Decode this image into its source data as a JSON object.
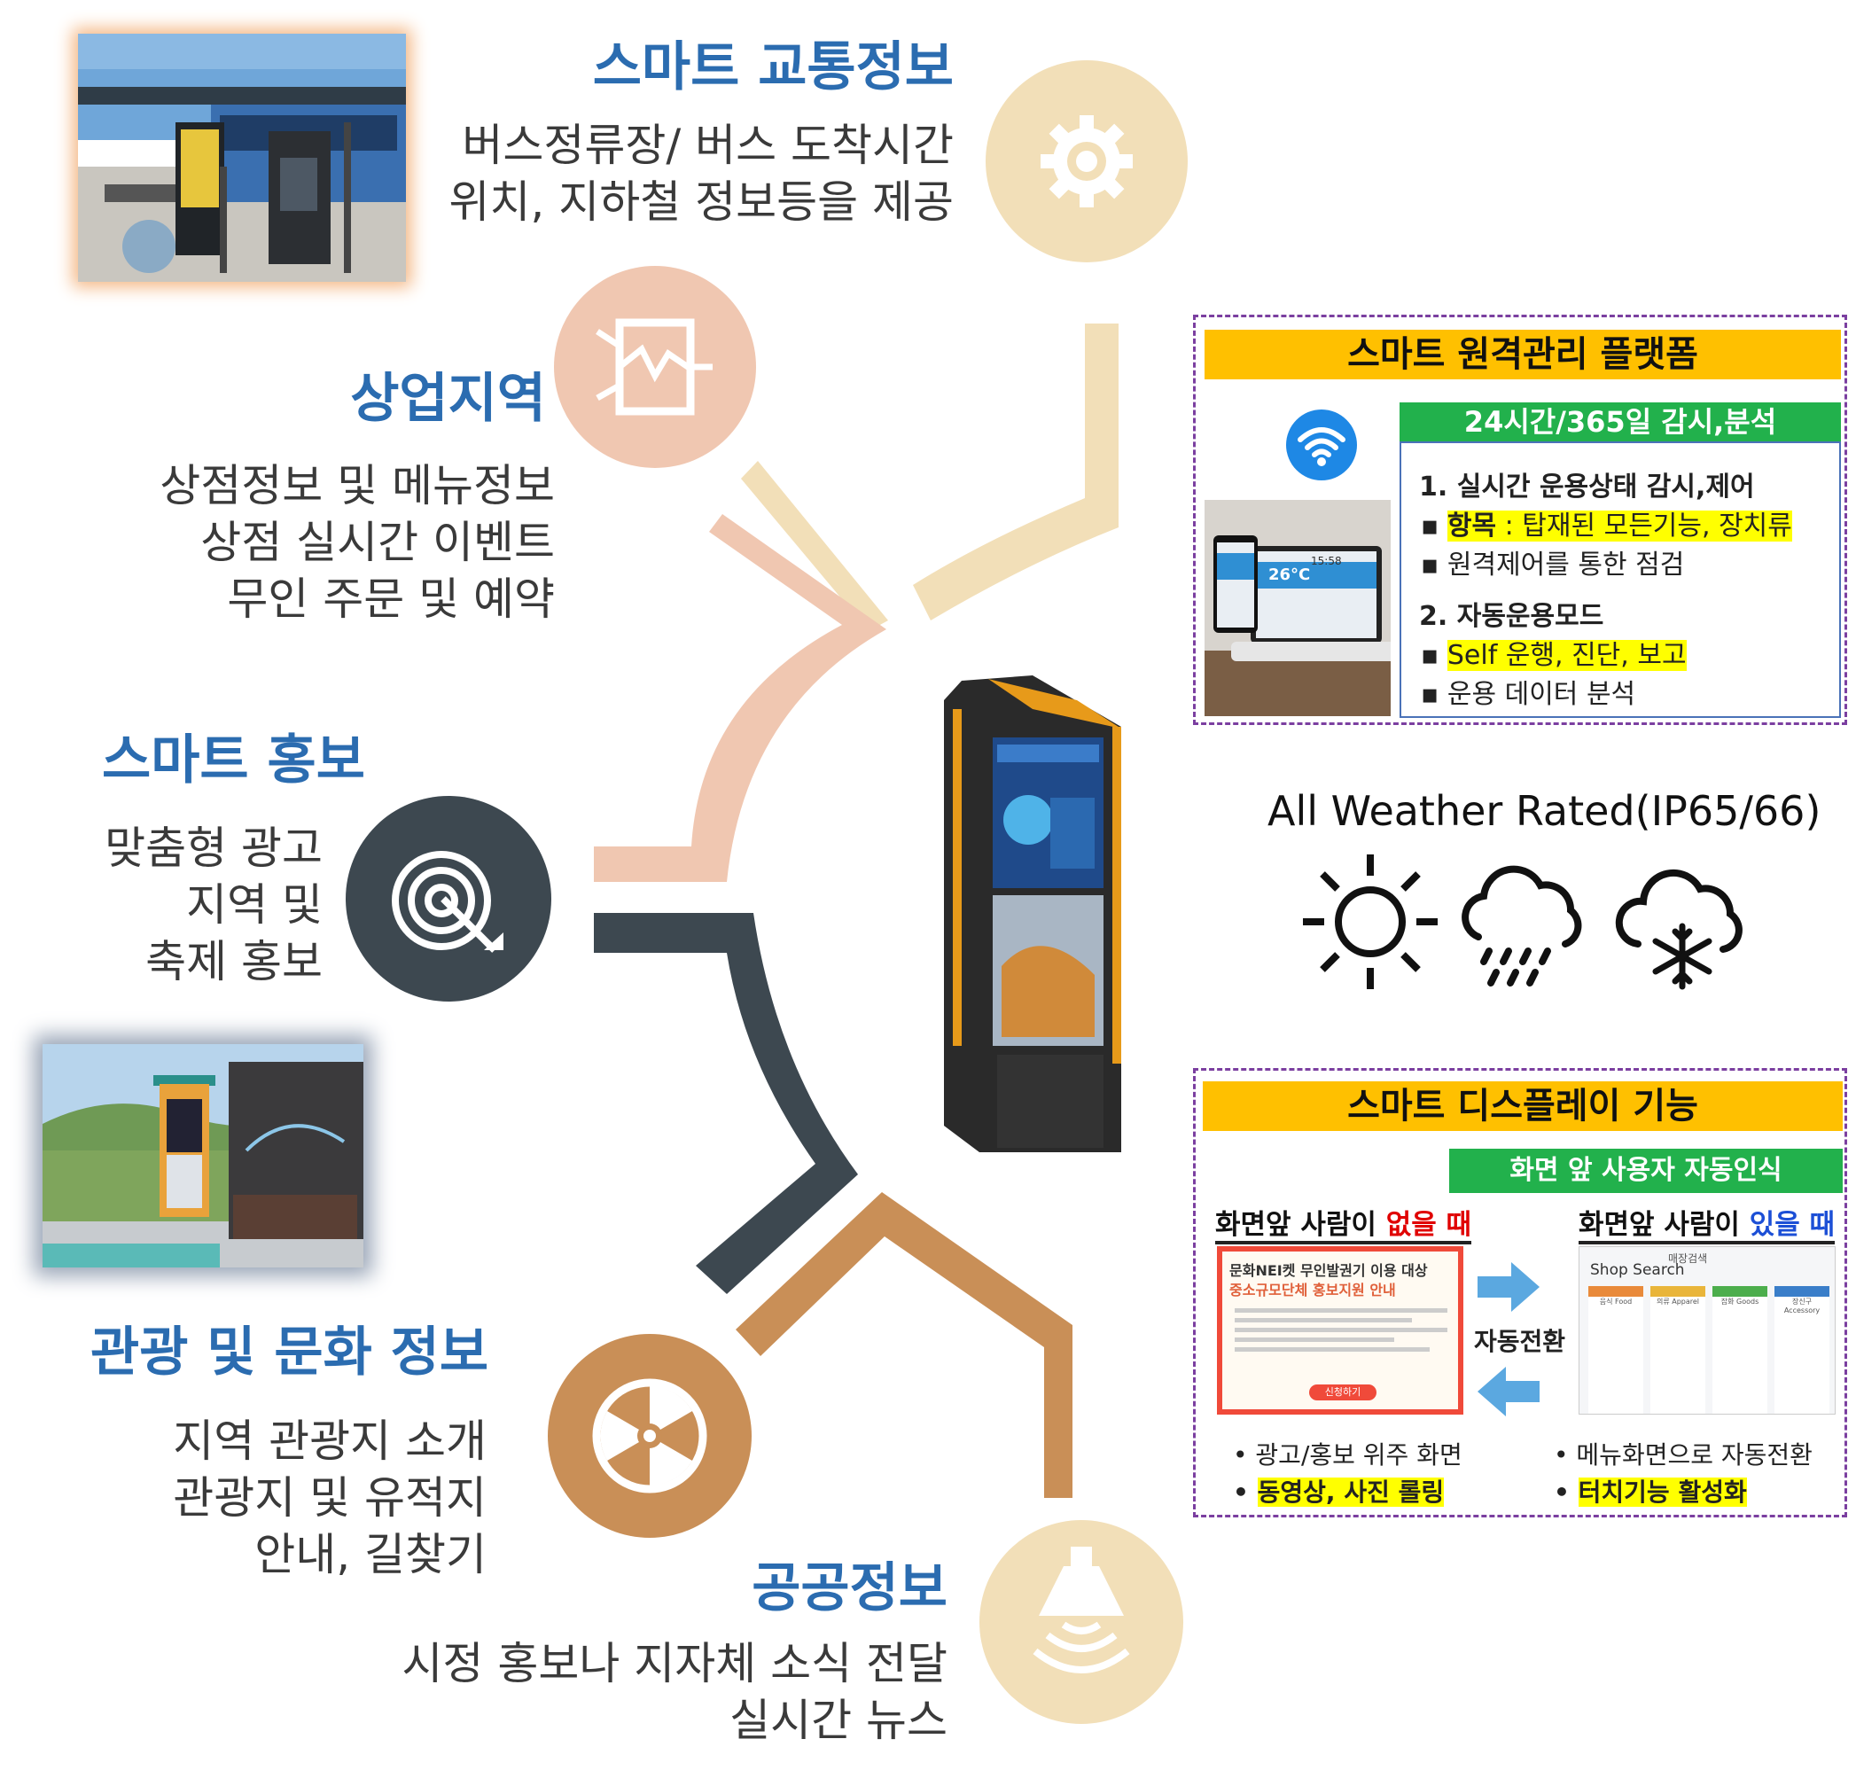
{
  "traffic": {
    "title": "스마트 교통정보",
    "desc": "버스정류장/ 버스 도착시간\n위치, 지하철 정보등을 제공",
    "icon": "gear-icon"
  },
  "commerce": {
    "title": "상업지역",
    "desc": "상점정보 및 메뉴정보\n상점 실시간 이벤트\n무인 주문 및 예약",
    "icon": "broken-glass-icon"
  },
  "promo": {
    "title": "스마트 홍보",
    "desc": "맞춤형 광고\n지역 및\n축제 홍보",
    "icon": "target-icon"
  },
  "tourism": {
    "title": "관광 및 문화 정보",
    "desc": "지역 관광지 소개\n관광지 및 유적지\n안내, 길찾기",
    "icon": "aperture-icon"
  },
  "public": {
    "title": "공공정보",
    "desc": "시정 홍보나 지자체 소식 전달\n실시간 뉴스",
    "icon": "lamp-icon"
  },
  "remote": {
    "title": "스마트 원격관리 플랫폼",
    "subtitle": "24시간/365일 감시,분석",
    "item1": "1. 실시간 운용상태 감시,제어",
    "item1a_label": "항목",
    "item1a_text": " : 탑재된 모든기능, 장치류",
    "item1b": "원격제어를 통한 점검",
    "item2": "2. 자동운용모드",
    "item2a": "Self 운행, 진단, 보고",
    "item2b": "운용 데이터 분석",
    "laptop_temp": "26°C",
    "laptop_time": "15:58"
  },
  "weather": {
    "title": "All Weather Rated(IP65/66)",
    "icons": [
      "sun-icon",
      "rain-cloud-icon",
      "snow-cloud-icon"
    ]
  },
  "display": {
    "title": "스마트 디스플레이 기능",
    "subtitle": "화면 앞 사용자 자동인식",
    "left_head_a": "화면앞 사람이 ",
    "left_head_b": "없을 때",
    "right_head_a": "화면앞 사람이 ",
    "right_head_b": "있을 때",
    "switch": "자동전환",
    "left_b1": "광고/홍보 위주 화면",
    "left_b2": "동영상, 사진 롤링",
    "right_b1": "메뉴화면으로 자동전환",
    "right_b2": "터치기능 활성화",
    "ad_line1": "문화NEI켓 무인발권기 이용 대상",
    "ad_line2": "중소규모단체 홍보지원 안내",
    "ad_button": "신청하기",
    "menu_title_small": "매장검색",
    "menu_title": "Shop Search",
    "menu_cols": [
      "음식 Food",
      "의류 Apparel",
      "잡화 Goods",
      "장신구 Accessory"
    ]
  },
  "colors": {
    "traffic": "#f2dfb8",
    "commerce": "#f0c7b1",
    "promo": "#3d4850",
    "tourism": "#c98f57",
    "public": "#f2dfb8",
    "title_blue": "#2b6cb0",
    "yellow": "#ffc000",
    "green": "#22b14c"
  }
}
